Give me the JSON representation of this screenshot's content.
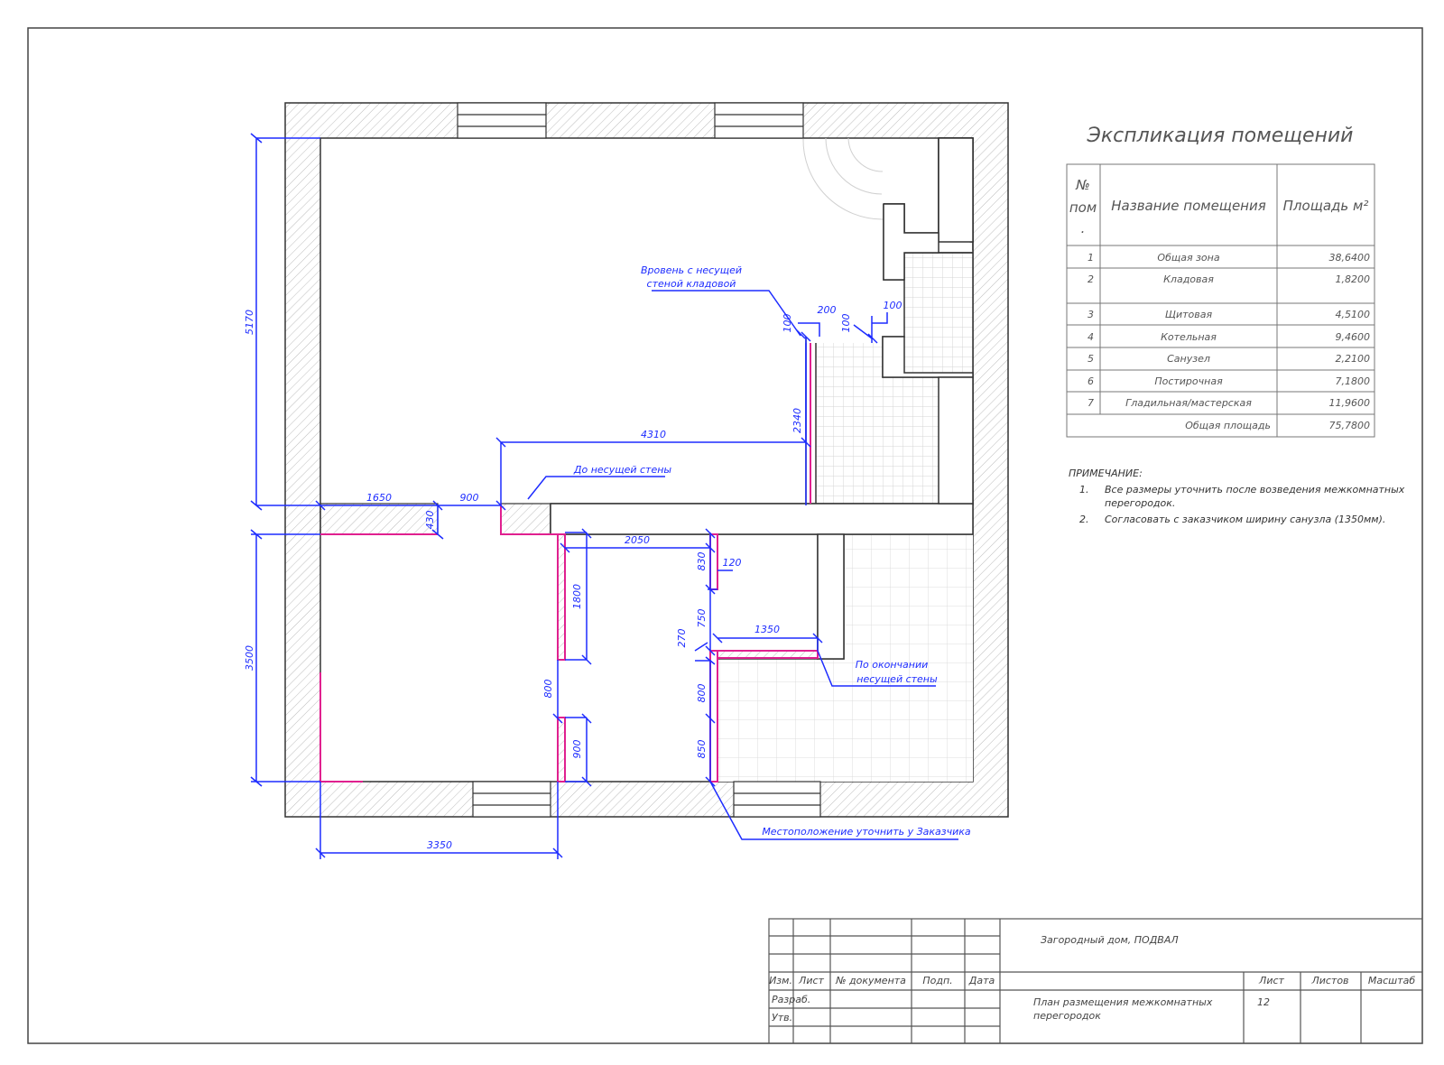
{
  "explication": {
    "title": "Экспликация помещений",
    "head_num": [
      "№",
      "пом",
      "."
    ],
    "head_name": "Название помещения",
    "head_area": "Площадь м²",
    "rows": [
      {
        "n": "1",
        "name": "Общая зона",
        "area": "38,6400"
      },
      {
        "n": "2",
        "name": "Кладовая",
        "area": "1,8200"
      },
      {
        "n": "3",
        "name": "Щитовая",
        "area": "4,5100"
      },
      {
        "n": "4",
        "name": "Котельная",
        "area": "9,4600"
      },
      {
        "n": "5",
        "name": "Санузел",
        "area": "2,2100"
      },
      {
        "n": "6",
        "name": "Постирочная",
        "area": "7,1800"
      },
      {
        "n": "7",
        "name": "Гладильная/мастерская",
        "area": "11,9600"
      }
    ],
    "total_label": "Общая площадь",
    "total_area": "75,7800"
  },
  "remarks": {
    "heading": "ПРИМЕЧАНИЕ:",
    "items": [
      {
        "n": "1.",
        "lines": [
          "Все размеры уточнить после возведения межкомнатных",
          "перегородок."
        ]
      },
      {
        "n": "2.",
        "lines": [
          "Согласовать с заказчиком ширину санузла (1350мм)."
        ]
      }
    ]
  },
  "dimensions": {
    "d5170": "5170",
    "d3500": "3500",
    "d1650": "1650",
    "d900": "900",
    "d430": "430",
    "d4310": "4310",
    "d2340": "2340",
    "d200": "200",
    "d100a": "100",
    "d100b": "100",
    "d100c": "100",
    "d2050": "2050",
    "d830": "830",
    "d120": "120",
    "d750": "750",
    "d270": "270",
    "d1350": "1350",
    "d1800": "1800",
    "d800a": "800",
    "d800b": "800",
    "d900b": "900",
    "d850": "850",
    "d3350": "3350"
  },
  "notes": {
    "level_l1": "Вровень с несущей",
    "level_l2": "стеной кладовой",
    "to_wall": "До несущей стены",
    "end_l1": "По окончании",
    "end_l2": "несущей стены",
    "location": "Местоположение уточнить у Заказчика"
  },
  "stamp": {
    "project": "Загородный дом, ПОДВАЛ",
    "sheet_title_l1": "План размещения межкомнатных",
    "sheet_title_l2": "перегородок",
    "izm": "Изм.",
    "list": "Лист",
    "doc": "№ документа",
    "podp": "Подп.",
    "data": "Дата",
    "list_h": "Лист",
    "listov_h": "Листов",
    "masshtab_h": "Масштаб",
    "list_val": "12",
    "razrab": "Разраб.",
    "utv": "Утв."
  },
  "colors": {
    "dimension": "#1d2cff",
    "partition": "#e0208f",
    "wall": "#333333",
    "grid": "#cfcfcf"
  }
}
